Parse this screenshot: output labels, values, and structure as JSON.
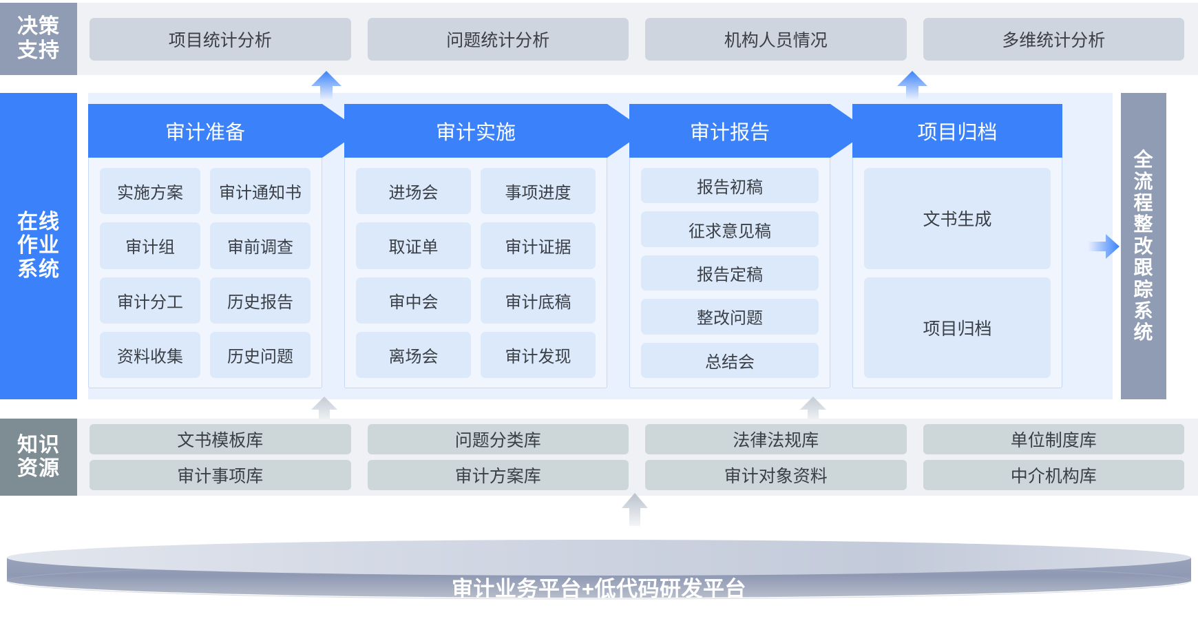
{
  "colors": {
    "accent_blue": "#3b82fa",
    "light_blue_panel": "#eaf1fe",
    "item_blue": "#dce9fb",
    "decision_label_gray": "#8f9cb3",
    "knowledge_label_gray": "#7e8d94",
    "decision_card_gray": "#ced5de",
    "knowledge_card_gray": "#cdd7da",
    "row_bg_gray": "#eff1f5",
    "text_dark": "#3a3f46"
  },
  "decision": {
    "label": "决策支持",
    "cards": [
      "项目统计分析",
      "问题统计分析",
      "机构人员情况",
      "多维统计分析"
    ]
  },
  "work": {
    "label": "在线作业系统",
    "stages": [
      {
        "title": "审计准备",
        "layout": "two-column",
        "columns": [
          [
            "实施方案",
            "审计组",
            "审计分工",
            "资料收集"
          ],
          [
            "审计通知书",
            "审前调查",
            "历史报告",
            "历史问题"
          ]
        ]
      },
      {
        "title": "审计实施",
        "layout": "two-column",
        "columns": [
          [
            "进场会",
            "取证单",
            "审中会",
            "离场会"
          ],
          [
            "事项进度",
            "审计证据",
            "审计底稿",
            "审计发现"
          ]
        ]
      },
      {
        "title": "审计报告",
        "layout": "single-column",
        "columns": [
          [
            "报告初稿",
            "征求意见稿",
            "报告定稿",
            "整改问题",
            "总结会"
          ]
        ]
      },
      {
        "title": "项目归档",
        "layout": "single-column",
        "columns": [
          [
            "文书生成",
            "项目归档"
          ]
        ]
      }
    ]
  },
  "right_system": {
    "label": "全流程整改跟踪系统",
    "arrow_icon": "right-arrow-icon"
  },
  "knowledge": {
    "label": "知识资源",
    "cards": [
      "文书模板库",
      "问题分类库",
      "法律法规库",
      "单位制度库",
      "审计事项库",
      "审计方案库",
      "审计对象资料",
      "中介机构库"
    ]
  },
  "platform": {
    "label": "审计业务平台+低代码研发平台"
  },
  "arrows": {
    "up_blue_1": "up-arrow-blue-icon",
    "up_blue_2": "up-arrow-blue-icon",
    "up_gray_1": "up-arrow-gray-icon",
    "up_gray_2": "up-arrow-gray-icon",
    "up_gray_platform": "up-arrow-gray-icon"
  }
}
